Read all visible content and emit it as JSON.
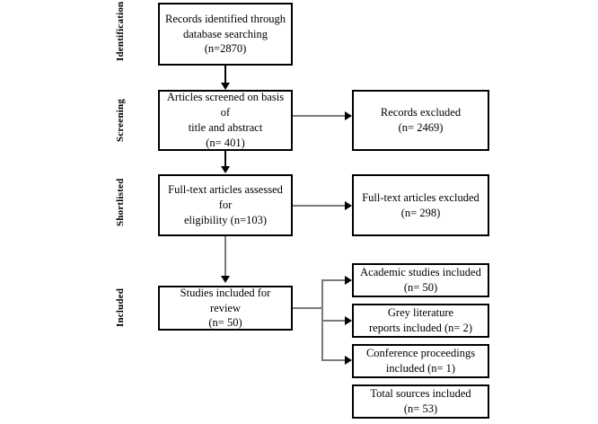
{
  "diagram": {
    "type": "prisma-flow-diagram",
    "background_color": "#ffffff",
    "box_border_color": "#000000",
    "connector_color": "#7a7a7a",
    "arrowhead_color": "#000000"
  },
  "stages": [
    {
      "id": "identification",
      "label": "Identification"
    },
    {
      "id": "screening",
      "label": "Screening"
    },
    {
      "id": "shortlisted",
      "label": "Shortlisted"
    },
    {
      "id": "included",
      "label": "Included"
    }
  ],
  "boxes": {
    "records_identified": {
      "line1": "Records identified through",
      "line2": "database searching",
      "line3": "(n=2870)"
    },
    "articles_screened": {
      "line1": "Articles  screened on basis of",
      "line2": "title  and abstract",
      "line3": "(n= 401)"
    },
    "records_excluded": {
      "line1": "Records excluded",
      "line2": "(n= 2469)"
    },
    "fulltext_assessed": {
      "line1": "Full-text  articles assessed for",
      "line2": "eligibility  (n=103)"
    },
    "fulltext_excluded": {
      "line1": "Full-text  articles excluded",
      "line2": "(n= 298)"
    },
    "studies_included": {
      "line1": "Studies included for review",
      "line2": "(n= 50)"
    },
    "academic_studies": {
      "line1": "Academic studies included",
      "line2": "(n= 50)"
    },
    "grey_literature": {
      "line1": "Grey literature",
      "line2": "reports included (n= 2)"
    },
    "conference_proceedings": {
      "line1": "Conference proceedings",
      "line2": "included (n= 1)"
    },
    "total_sources": {
      "line1": "Total sources included",
      "line2": "(n= 53)"
    }
  },
  "counts": {
    "records_identified": 2870,
    "articles_screened": 401,
    "records_excluded": 2469,
    "fulltext_assessed": 103,
    "fulltext_excluded": 298,
    "studies_included": 50,
    "academic_studies": 50,
    "grey_literature": 2,
    "conference_proceedings": 1,
    "total_sources": 53
  }
}
